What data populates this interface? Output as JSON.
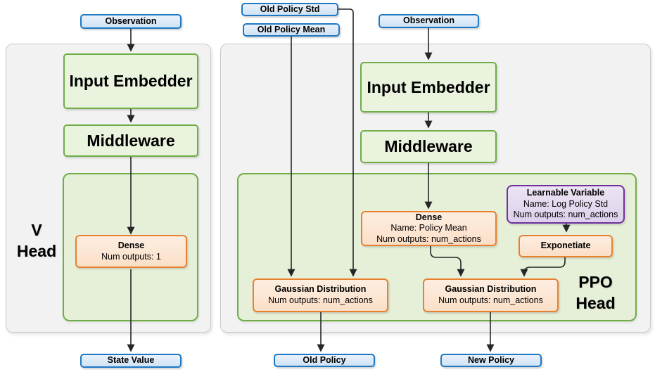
{
  "v_head": {
    "label": [
      "V",
      "Head"
    ],
    "observation": "Observation",
    "input_embedder": "Input Embedder",
    "middleware": "Middleware",
    "dense": {
      "title": "Dense",
      "line1": "Num outputs: 1"
    },
    "state_value": "State Value"
  },
  "ppo_head": {
    "label": [
      "PPO",
      "Head"
    ],
    "old_policy_std": "Old Policy Std",
    "old_policy_mean": "Old Policy Mean",
    "observation": "Observation",
    "input_embedder": "Input Embedder",
    "middleware": "Middleware",
    "dense": {
      "title": "Dense",
      "line1": "Name: Policy Mean",
      "line2": "Num outputs: num_actions"
    },
    "learnable_variable": {
      "title": "Learnable Variable",
      "line1": "Name: Log Policy Std",
      "line2": "Num outputs: num_actions"
    },
    "exponetiate": "Exponetiate",
    "gaussian_left": {
      "title": "Gaussian Distribution",
      "line1": "Num outputs: num_actions"
    },
    "gaussian_right": {
      "title": "Gaussian Distribution",
      "line1": "Num outputs: num_actions"
    },
    "old_policy": "Old Policy",
    "new_policy": "New Policy"
  },
  "colors": {
    "panel_gray_fill": "#f2f2f2",
    "panel_gray_border": "#c9c9c9",
    "green_fill": "#e9f3de",
    "green_border": "#6fad47",
    "blue_fill": "#d9e9f8",
    "blue_border": "#1f78c4",
    "orange_fill": "#fce5d3",
    "orange_border": "#e8812f",
    "purple_fill": "#e4daf0",
    "purple_border": "#7030a0",
    "arrow": "#262626"
  }
}
